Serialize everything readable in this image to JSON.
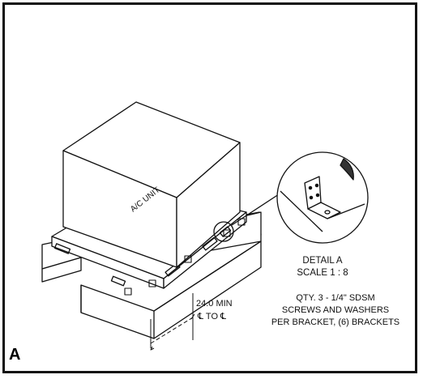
{
  "figure": {
    "panel_letter": "A",
    "unit_label": "A/C UNIT",
    "detail": {
      "title": "DETAIL A",
      "scale": "SCALE 1 : 8"
    },
    "fastener_note": [
      "QTY. 3 - 1/4\" SDSM",
      "SCREWS AND WASHERS",
      "PER BRACKET, (6) BRACKETS"
    ],
    "dimension": {
      "value": "24.0 MIN",
      "reference": "℄ TO ℄"
    }
  }
}
